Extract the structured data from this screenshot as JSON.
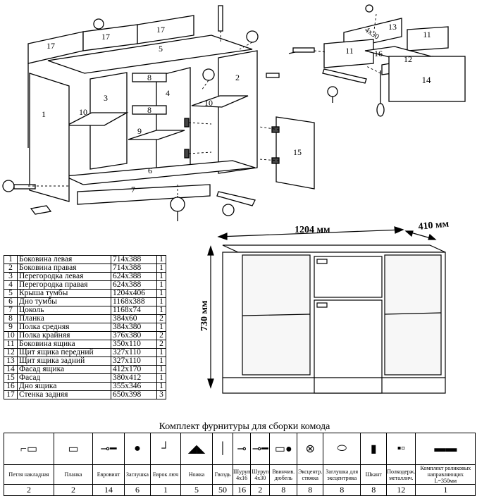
{
  "diagram": {
    "part_numbers": {
      "p1": "1",
      "p2": "2",
      "p3": "3",
      "p4": "4",
      "p5": "5",
      "p6": "6",
      "p7": "7",
      "p8a": "8",
      "p8b": "8",
      "p9": "9",
      "p10a": "10",
      "p10b": "10",
      "p11a": "11",
      "p11b": "11",
      "p12": "12",
      "p13": "13",
      "p14": "14",
      "p15": "15",
      "p16": "16",
      "p17a": "17",
      "p17b": "17",
      "p17c": "17"
    },
    "screw_label": "4x30",
    "dim_width": "1204 мм",
    "dim_depth": "410 мм",
    "dim_height": "730 мм"
  },
  "parts": [
    {
      "n": "1",
      "name": "Боковина левая",
      "size": "714x388",
      "qty": "1"
    },
    {
      "n": "2",
      "name": "Боковина правая",
      "size": "714x388",
      "qty": "1"
    },
    {
      "n": "3",
      "name": "Перегородка левая",
      "size": "624x388",
      "qty": "1"
    },
    {
      "n": "4",
      "name": "Перегородка правая",
      "size": "624x388",
      "qty": "1"
    },
    {
      "n": "5",
      "name": "Крыша тумбы",
      "size": "1204x406",
      "qty": "1"
    },
    {
      "n": "6",
      "name": "Дно тумбы",
      "size": "1168x388",
      "qty": "1"
    },
    {
      "n": "7",
      "name": "Цоколь",
      "size": "1168x74",
      "qty": "1"
    },
    {
      "n": "8",
      "name": "Планка",
      "size": "384x60",
      "qty": "2"
    },
    {
      "n": "9",
      "name": "Полка средняя",
      "size": "384x380",
      "qty": "1"
    },
    {
      "n": "10",
      "name": "Полка крайняя",
      "size": "376x380",
      "qty": "2"
    },
    {
      "n": "11",
      "name": "Боковина ящика",
      "size": "350x110",
      "qty": "2"
    },
    {
      "n": "12",
      "name": "Щит ящика передний",
      "size": "327x110",
      "qty": "1"
    },
    {
      "n": "13",
      "name": "Щит ящика задний",
      "size": "327x110",
      "qty": "1"
    },
    {
      "n": "14",
      "name": "Фасад ящика",
      "size": "412x170",
      "qty": "1"
    },
    {
      "n": "15",
      "name": "Фасад",
      "size": "380x412",
      "qty": "1"
    },
    {
      "n": "16",
      "name": "Дно ящика",
      "size": "355x346",
      "qty": "1"
    },
    {
      "n": "17",
      "name": "Стенка задняя",
      "size": "650x398",
      "qty": "3"
    }
  ],
  "hardware": {
    "title": "Комплект фурнитуры для сборки комода",
    "items": [
      {
        "icon": "hinge-icon",
        "label": "Петля накладная",
        "count": "2"
      },
      {
        "icon": "plate-icon",
        "label": "Планка",
        "count": "2"
      },
      {
        "icon": "euro-screw-icon",
        "label": "Евровинт",
        "count": "14"
      },
      {
        "icon": "cap-icon",
        "label": "Заглушка",
        "count": "6"
      },
      {
        "icon": "hex-key-icon",
        "label": "Еврок люч",
        "count": "1"
      },
      {
        "icon": "leg-icon",
        "label": "Ножка",
        "count": "5"
      },
      {
        "icon": "nail-icon",
        "label": "Гвоздь",
        "count": "50"
      },
      {
        "icon": "screw-4x16-icon",
        "label": "Шуруп 4x16",
        "count": "16"
      },
      {
        "icon": "screw-4x30-icon",
        "label": "Шуруп 4x30",
        "count": "2"
      },
      {
        "icon": "dowel-icon",
        "label": "Ввинчив. дюбель",
        "count": "8"
      },
      {
        "icon": "eccentric-icon",
        "label": "Эксцентр. стяжка",
        "count": "8"
      },
      {
        "icon": "eccentric-cap-icon",
        "label": "Заглушка для эксцентрика",
        "count": "8"
      },
      {
        "icon": "wood-dowel-icon",
        "label": "Шкант",
        "count": "8"
      },
      {
        "icon": "shelf-support-icon",
        "label": "Полкодерж. металлич.",
        "count": "12"
      },
      {
        "icon": "runner-icon",
        "label": "Комплект роликовых направляющих L=350мм",
        "count": "1"
      }
    ]
  }
}
